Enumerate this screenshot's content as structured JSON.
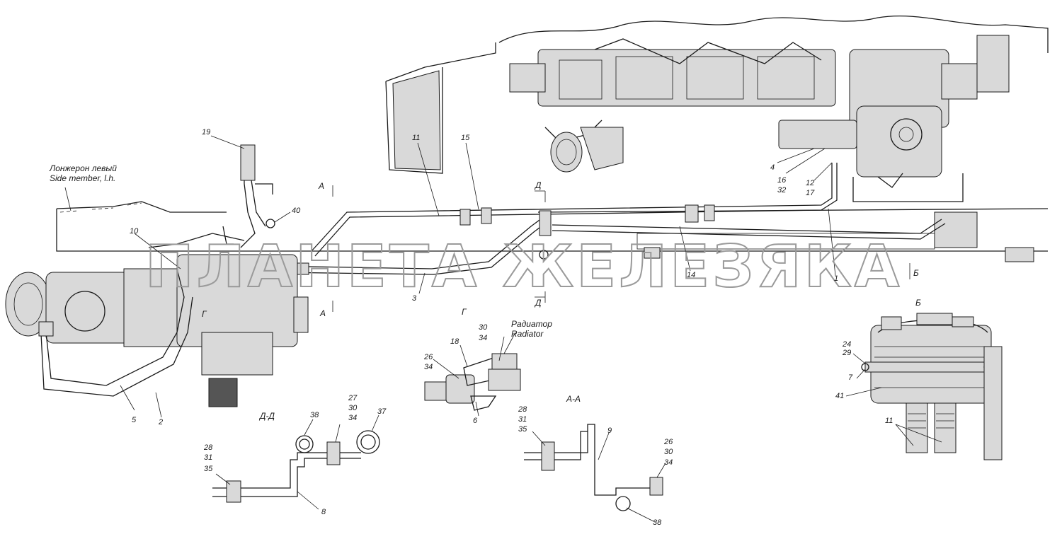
{
  "watermark": "ПЛАНЕТА ЖЕЛЕЗЯКА",
  "notes": {
    "side_member_ru": "Лонжерон левый",
    "side_member_en": "Side member, l.h.",
    "radiator_ru": "Радиатор",
    "radiator_en": "Radiator"
  },
  "sections": {
    "a": "А",
    "aa": "А-А",
    "b": "Б",
    "d": "Д",
    "dd": "Д-Д",
    "g": "Г"
  },
  "callouts": {
    "c19": "19",
    "c10": "10",
    "c40": "40",
    "c11": "11",
    "c15": "15",
    "c4": "4",
    "c16": "16",
    "c32": "32",
    "c12": "12",
    "c17": "17",
    "c14": "14",
    "c1": "1",
    "c3": "3",
    "c5": "5",
    "c2": "2",
    "c18": "18",
    "c30a": "30",
    "c34a": "34",
    "c26a": "26",
    "c34b": "34",
    "c6": "6",
    "c27": "27",
    "c30b": "30",
    "c34c": "34",
    "c38a": "38",
    "c37": "37",
    "c28a": "28",
    "c31a": "31",
    "c35a": "35",
    "c8": "8",
    "c28b": "28",
    "c31b": "31",
    "c35b": "35",
    "c9": "9",
    "c26b": "26",
    "c30c": "30",
    "c34d": "34",
    "c38b": "38",
    "c24": "24",
    "c29": "29",
    "c7": "7",
    "c41": "41",
    "c11b": "11"
  }
}
